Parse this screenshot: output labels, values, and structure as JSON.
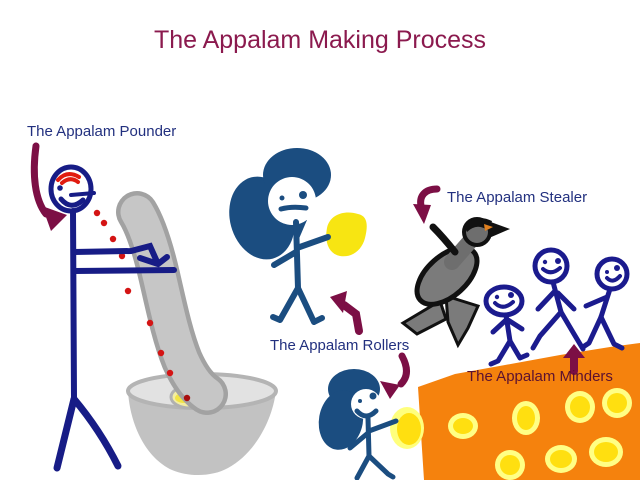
{
  "slide": {
    "title": "The Appalam Making Process"
  },
  "labels": {
    "pounder": "The Appalam Pounder",
    "stealer": "The Appalam Stealer",
    "rollers": "The Appalam Rollers",
    "minders": "The Appalam Minders"
  },
  "scene_icons": [
    "pounder-stick-figure-icon",
    "pestle-icon",
    "mortar-bowl-icon",
    "dough-in-mortar-icon",
    "sweat-drops-icon",
    "roller-stick-figure-icon",
    "appalam-dough-ball-icon",
    "crow-bird-icon",
    "kneeling-roller-figure-icon",
    "minder-stick-figures-icon",
    "drying-mat-icon",
    "appalam-on-mat-icon",
    "curved-arrow-icon",
    "up-arrow-icon"
  ],
  "colors": {
    "background": "#ffffff",
    "title_text": "#8b1a4e",
    "label_text": "#22307f",
    "minders_label_text": "#5c1130",
    "arrow_maroon": "#7c0f45",
    "pounder_figure_navy": "#171c86",
    "roller_figure_blue": "#1b4d80",
    "minder_figure_blue": "#1b1b8e",
    "pestle_gray": "#c6c6c6",
    "mortar_gray": "#c2c2c2",
    "bird_gray": "#7b7b7b",
    "bird_black": "#111111",
    "beak_orange": "#e08020",
    "dough_yellow": "#f7e512",
    "appalam_yellow": "#ffdf10",
    "appalam_pale_ring": "#ffff85",
    "mat_orange": "#f5820d",
    "sweat_red": "#d41414"
  }
}
